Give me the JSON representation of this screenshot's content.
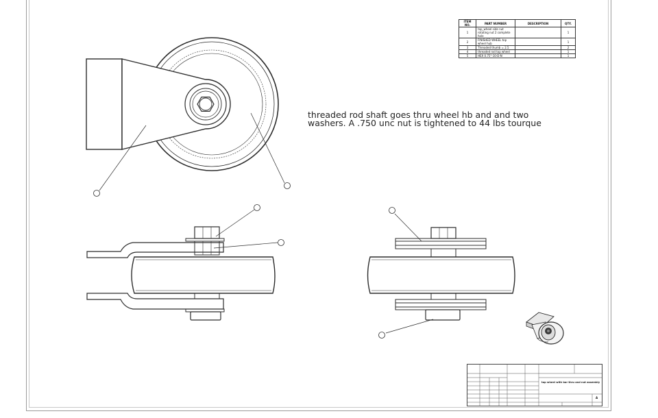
{
  "note": {
    "line1": "threaded rod shaft goes thru wheel hb and and two",
    "line2": "washers. A .750 unc nut is tightened to 44 lbs tourque"
  },
  "bom": {
    "headers": [
      "ITEM NO.",
      "PART NUMBER",
      "DESCRIPTION",
      "QTY."
    ],
    "rows": [
      {
        "item": "1",
        "part": "top_wheel side nut rotating nut 2 complete hole",
        "desc": "",
        "qty": "1"
      },
      {
        "item": "2",
        "part": "FINISHED WHEEL top wheel hub",
        "desc": "",
        "qty": "1"
      },
      {
        "item": "3",
        "part": "Threaded thumb = 2.5",
        "desc": "",
        "qty": "2"
      },
      {
        "item": "4",
        "part": "threaded rod top wheel",
        "desc": "",
        "qty": "1"
      },
      {
        "item": "5",
        "part": "HEX 0.75\"-10-D-N",
        "desc": "",
        "qty": "1"
      }
    ]
  },
  "title_block": {
    "drawing_title": "top wheel with bar thru and nut assembly",
    "size": "A"
  },
  "colors": {
    "line": "#2b2b2b",
    "frame": "#9a9a9a"
  }
}
